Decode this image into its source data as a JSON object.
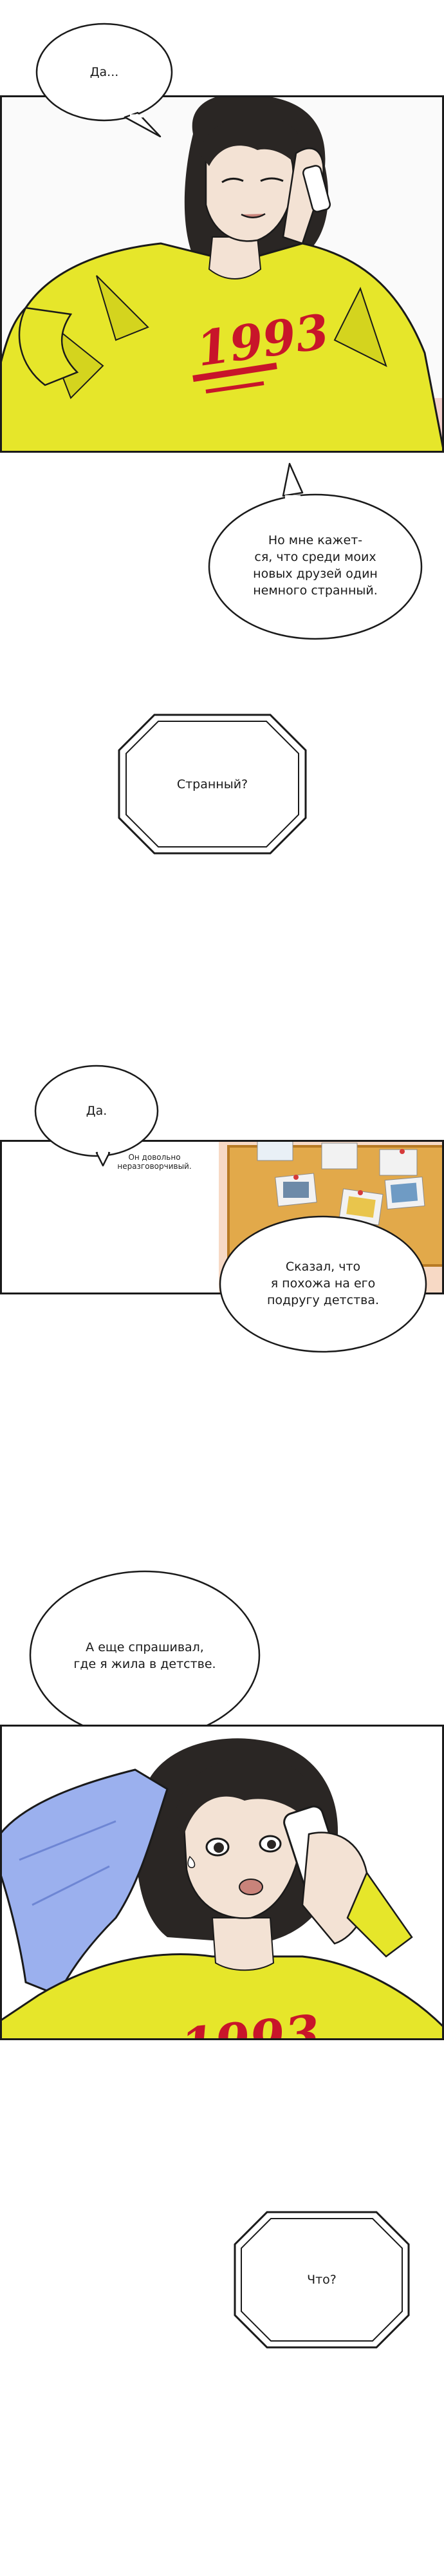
{
  "bubbles": {
    "b1": "Да...",
    "b2_l1": "Но мне кажет-",
    "b2_l2": "ся, что среди моих",
    "b2_l3": "новых друзей один",
    "b2_l4": "немного странный.",
    "b3": "Странный?",
    "b4": "Да.",
    "note_l1": "Он довольно",
    "note_l2": "неразговорчивый.",
    "b5_l1": "Сказал, что",
    "b5_l2": "я похожа на его",
    "b5_l3": "подругу детства.",
    "b6_l1": "А еще спрашивал,",
    "b6_l2": "где я жила в детстве.",
    "b7": "Что?"
  },
  "shirt_print": "1993",
  "colors": {
    "shirt_yellow": "#e6e62a",
    "hair": "#2a2624",
    "skin": "#f3e2d4",
    "towel_blue": "#9bb0ee",
    "cork": "#e2a94a",
    "pink_bg": "#f2c9c6"
  }
}
